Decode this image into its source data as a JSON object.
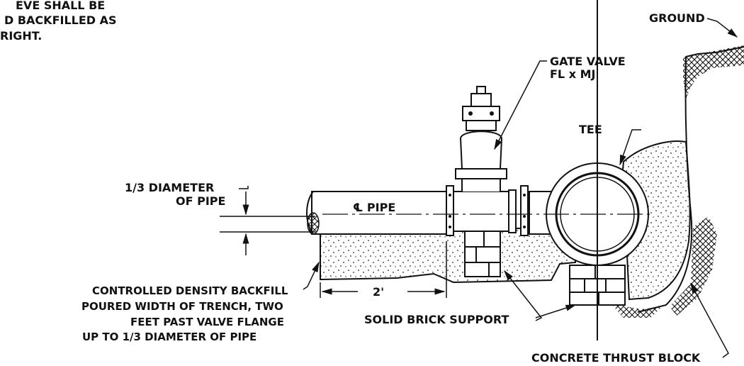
{
  "top_note": {
    "line1": "EVE SHALL BE",
    "line2": "D BACKFILLED AS",
    "line3": "RIGHT."
  },
  "labels": {
    "ground": "GROUND",
    "gate_valve_1": "GATE VALVE",
    "gate_valve_2": "FL x MJ",
    "tee": "TEE",
    "third_diameter_1": "1/3 DIAMETER",
    "third_diameter_2": "OF PIPE",
    "pipe_centerline": "℄ PIPE",
    "dimension_2ft": "2'",
    "backfill_1": "CONTROLLED DENSITY BACKFILL",
    "backfill_2": "POURED WIDTH OF TRENCH, TWO",
    "backfill_3": "FEET PAST VALVE FLANGE",
    "backfill_4": "UP TO 1/3 DIAMETER OF PIPE",
    "brick_support": "SOLID BRICK SUPPORT",
    "thrust_block": "CONCRETE THRUST BLOCK"
  }
}
